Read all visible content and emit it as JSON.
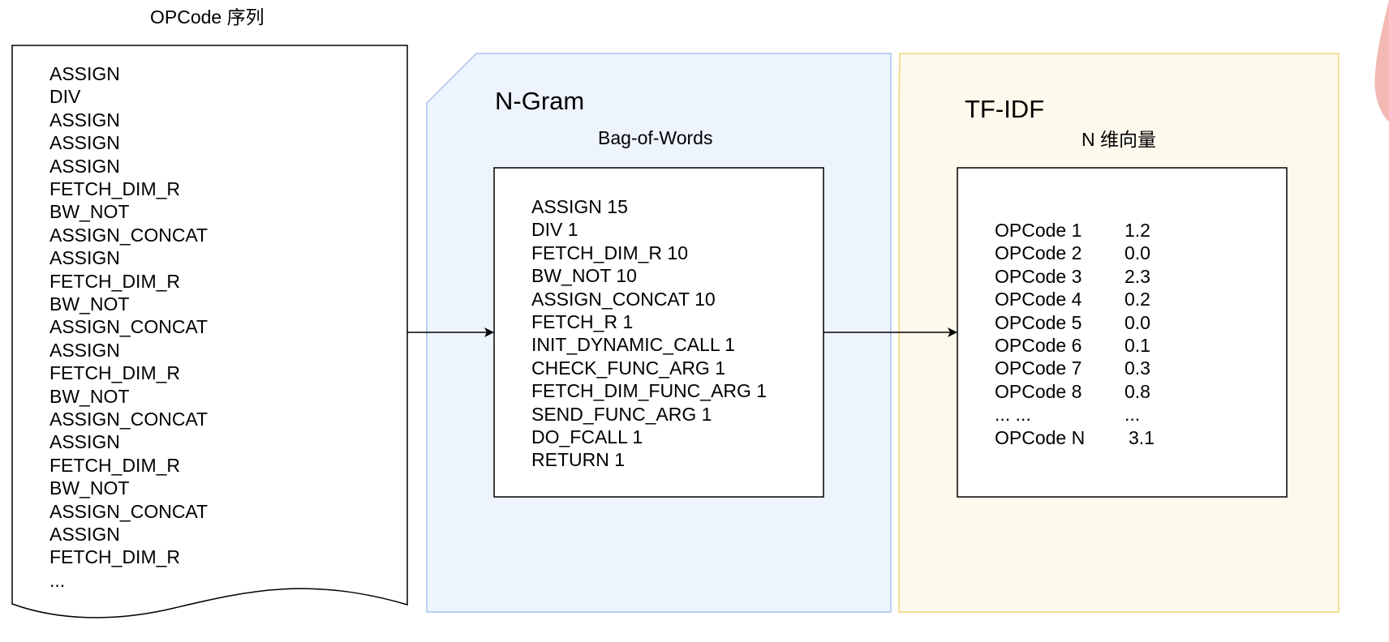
{
  "sequence": {
    "title": "OPCode 序列",
    "items": [
      "ASSIGN",
      "DIV",
      "ASSIGN",
      "ASSIGN",
      "ASSIGN",
      "FETCH_DIM_R",
      "BW_NOT",
      "ASSIGN_CONCAT",
      "ASSIGN",
      "FETCH_DIM_R",
      "BW_NOT",
      "ASSIGN_CONCAT",
      "ASSIGN",
      "FETCH_DIM_R",
      "BW_NOT",
      "ASSIGN_CONCAT",
      "ASSIGN",
      "FETCH_DIM_R",
      "BW_NOT",
      "ASSIGN_CONCAT",
      "ASSIGN",
      "FETCH_DIM_R",
      "..."
    ]
  },
  "ngram": {
    "title": "N-Gram",
    "subtitle": "Bag-of-Words",
    "items": [
      "ASSIGN 15",
      "DIV 1",
      "FETCH_DIM_R 10",
      "BW_NOT 10",
      "ASSIGN_CONCAT 10",
      "FETCH_R 1",
      "INIT_DYNAMIC_CALL 1",
      "CHECK_FUNC_ARG 1",
      "FETCH_DIM_FUNC_ARG 1",
      "SEND_FUNC_ARG 1",
      "DO_FCALL 1",
      "RETURN 1"
    ]
  },
  "tfidf": {
    "title": "TF-IDF",
    "subtitle": "N 维向量",
    "items": [
      {
        "name": "OPCode 1",
        "value": "1.2"
      },
      {
        "name": "OPCode 2",
        "value": "0.0"
      },
      {
        "name": "OPCode 3",
        "value": "2.3"
      },
      {
        "name": "OPCode 4",
        "value": "0.2"
      },
      {
        "name": "OPCode 5",
        "value": "0.0"
      },
      {
        "name": "OPCode 6",
        "value": "0.1"
      },
      {
        "name": "OPCode 7",
        "value": "0.3"
      },
      {
        "name": "OPCode 8",
        "value": "0.8"
      },
      {
        "name": "... ...",
        "value": "..."
      },
      {
        "name": "OPCode N",
        "value": "3.1"
      }
    ]
  },
  "colors": {
    "ngram_fill": "#eef4fd",
    "ngram_border": "#a9c4ec",
    "tfidf_fill": "#fdf9ec",
    "tfidf_border": "#f0d67a",
    "edge_decoration": "#f3b8b3"
  }
}
